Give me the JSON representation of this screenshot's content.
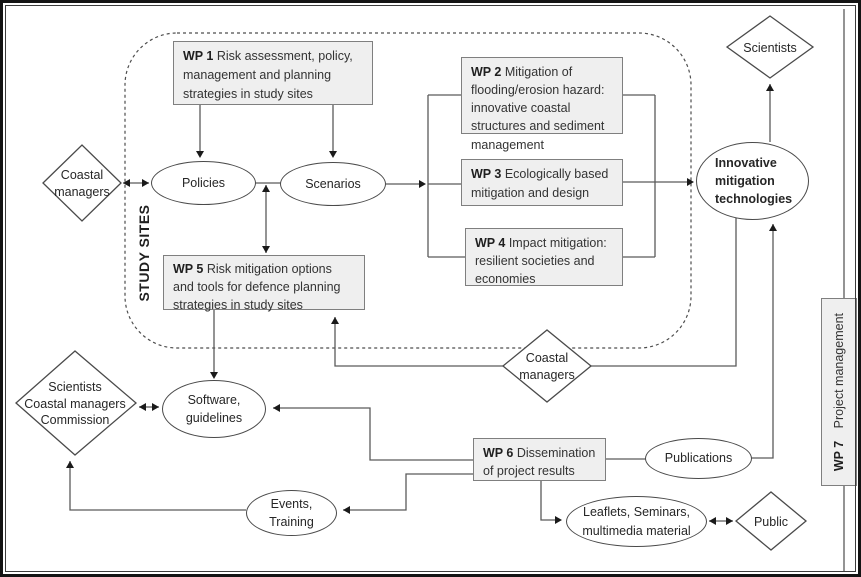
{
  "diagram": {
    "study_sites_label": "STUDY SITES",
    "boxes": {
      "wp1": {
        "id": "WP 1",
        "text": "Risk assessment, policy, management and planning strategies in study sites"
      },
      "wp2": {
        "id": "WP 2",
        "text": "Mitigation of flooding/erosion hazard: innovative coastal structures and sediment management"
      },
      "wp3": {
        "id": "WP 3",
        "text": "Ecologically based mitigation and design"
      },
      "wp4": {
        "id": "WP 4",
        "text": "Impact mitigation: resilient societies and economies"
      },
      "wp5": {
        "id": "WP 5",
        "text": "Risk mitigation options and tools for defence planning strategies in study sites"
      },
      "wp6": {
        "id": "WP 6",
        "text": "Dissemination of project results"
      },
      "wp7": {
        "id": "WP 7",
        "text": "Project management"
      }
    },
    "ellipses": {
      "policies": "Policies",
      "scenarios": "Scenarios",
      "innovative_mitigation": "Innovative\nmitigation\ntechnologies",
      "software_guidelines": "Software,\nguidelines",
      "events_training": "Events,\nTraining",
      "publications": "Publications",
      "leaflets": "Leaflets, Seminars,\nmultimedia material"
    },
    "diamonds": {
      "coastal_managers_left": "Coastal\nmanagers",
      "scientists_top": "Scientists",
      "coastal_managers_mid": "Coastal\nmanagers",
      "stakeholders": "Scientists\nCoastal managers\nCommission",
      "public": "Public"
    },
    "colors": {
      "box_fill": "#efefef",
      "box_border": "#7f7f7f",
      "shape_border": "#4a4a4a",
      "line": "#5a5a5a",
      "arrowhead": "#1a1a1a",
      "dashed_boundary": "#4d4d4d"
    }
  }
}
